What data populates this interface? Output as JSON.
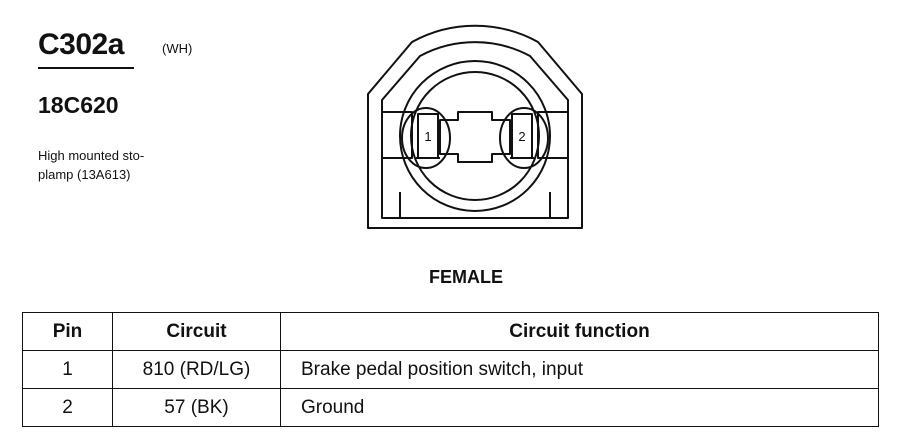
{
  "header": {
    "connector_id": "C302a",
    "connector_color": "(WH)",
    "part_number": "18C620",
    "description_line1": "High mounted sto-",
    "description_line2": "plamp (13A613)"
  },
  "diagram": {
    "view_label": "FEMALE",
    "pins": [
      {
        "label": "1"
      },
      {
        "label": "2"
      }
    ]
  },
  "table": {
    "headers": [
      "Pin",
      "Circuit",
      "Circuit function"
    ],
    "rows": [
      {
        "pin": "1",
        "circuit": "810 (RD/LG)",
        "function": "Brake pedal position switch, input"
      },
      {
        "pin": "2",
        "circuit": "57 (BK)",
        "function": "Ground"
      }
    ]
  }
}
